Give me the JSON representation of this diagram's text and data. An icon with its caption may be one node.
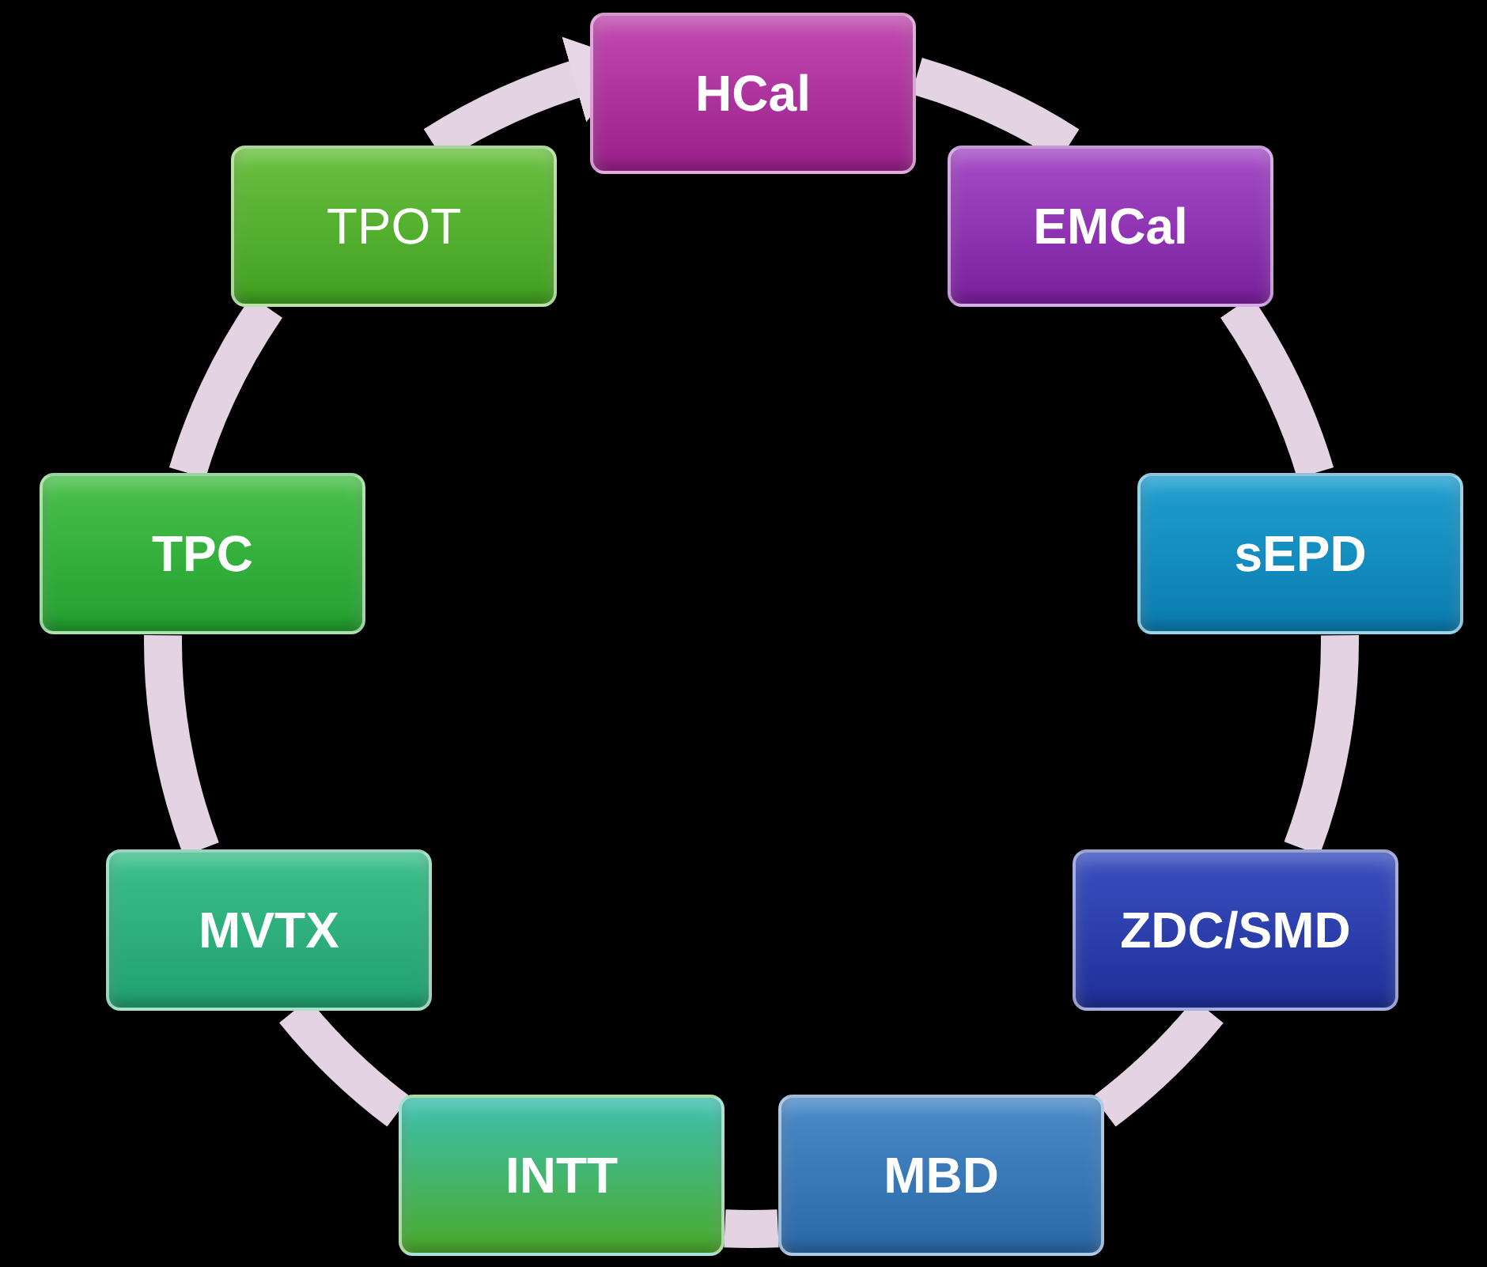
{
  "diagram": {
    "nodes": [
      {
        "text": [
          "HCal"
        ]
      },
      {
        "text": [
          "EMCal"
        ]
      },
      {
        "text": [
          "sEPD"
        ]
      },
      {
        "text": [
          "ZDC/SMD"
        ]
      },
      {
        "text": [
          "MBD"
        ]
      },
      {
        "text": [
          "INTT"
        ]
      },
      {
        "text": [
          "MVTX"
        ]
      },
      {
        "text": [
          "TPC"
        ]
      },
      {
        "text": [
          "TPOT"
        ]
      }
    ],
    "edges": [
      {
        "from": 0,
        "to": 1,
        "arrow": "none"
      },
      {
        "from": 1,
        "to": 2,
        "arrow": "none"
      },
      {
        "from": 2,
        "to": 3,
        "arrow": "none"
      },
      {
        "from": 3,
        "to": 4,
        "arrow": "none"
      },
      {
        "from": 4,
        "to": 5,
        "arrow": "none"
      },
      {
        "from": 5,
        "to": 6,
        "arrow": "none"
      },
      {
        "from": 6,
        "to": 7,
        "arrow": "none"
      },
      {
        "from": 7,
        "to": 8,
        "arrow": "none"
      },
      {
        "from": 8,
        "to": 0,
        "arrow": "to"
      }
    ]
  }
}
